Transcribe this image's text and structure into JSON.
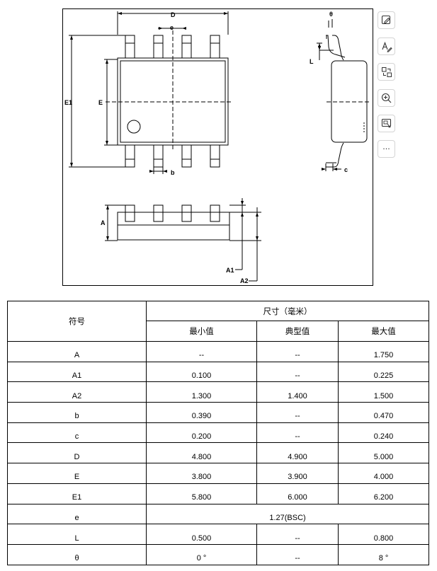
{
  "drawing": {
    "labels": {
      "D": "D",
      "e": "e",
      "E1": "E1",
      "E": "E",
      "b": "b",
      "theta": "θ",
      "L": "L",
      "c": "c",
      "A": "A",
      "A1": "A1",
      "A2": "A2"
    }
  },
  "toolbar": {
    "items": [
      {
        "icon": "image-edit-icon"
      },
      {
        "icon": "text-edit-icon"
      },
      {
        "icon": "image-convert-icon"
      },
      {
        "icon": "zoom-in-icon"
      },
      {
        "icon": "screen-capture-icon"
      },
      {
        "icon": "more-icon",
        "label": "···"
      }
    ]
  },
  "table": {
    "symbol_header": "符号",
    "dimension_header": "尺寸（毫米）",
    "columns": [
      "最小值",
      "典型值",
      "最大值"
    ],
    "rows": [
      {
        "symbol": "A",
        "min": "--",
        "typ": "--",
        "max": "1.750"
      },
      {
        "symbol": "A1",
        "min": "0.100",
        "typ": "--",
        "max": "0.225"
      },
      {
        "symbol": "A2",
        "min": "1.300",
        "typ": "1.400",
        "max": "1.500"
      },
      {
        "symbol": "b",
        "min": "0.390",
        "typ": "--",
        "max": "0.470"
      },
      {
        "symbol": "c",
        "min": "0.200",
        "typ": "--",
        "max": "0.240"
      },
      {
        "symbol": "D",
        "min": "4.800",
        "typ": "4.900",
        "max": "5.000"
      },
      {
        "symbol": "E",
        "min": "3.800",
        "typ": "3.900",
        "max": "4.000"
      },
      {
        "symbol": "E1",
        "min": "5.800",
        "typ": "6.000",
        "max": "6.200"
      },
      {
        "symbol": "e",
        "merged": "1.27(BSC)"
      },
      {
        "symbol": "L",
        "min": "0.500",
        "typ": "--",
        "max": "0.800"
      },
      {
        "symbol": "θ",
        "min": "0 °",
        "typ": "--",
        "max": "8 °"
      }
    ]
  }
}
